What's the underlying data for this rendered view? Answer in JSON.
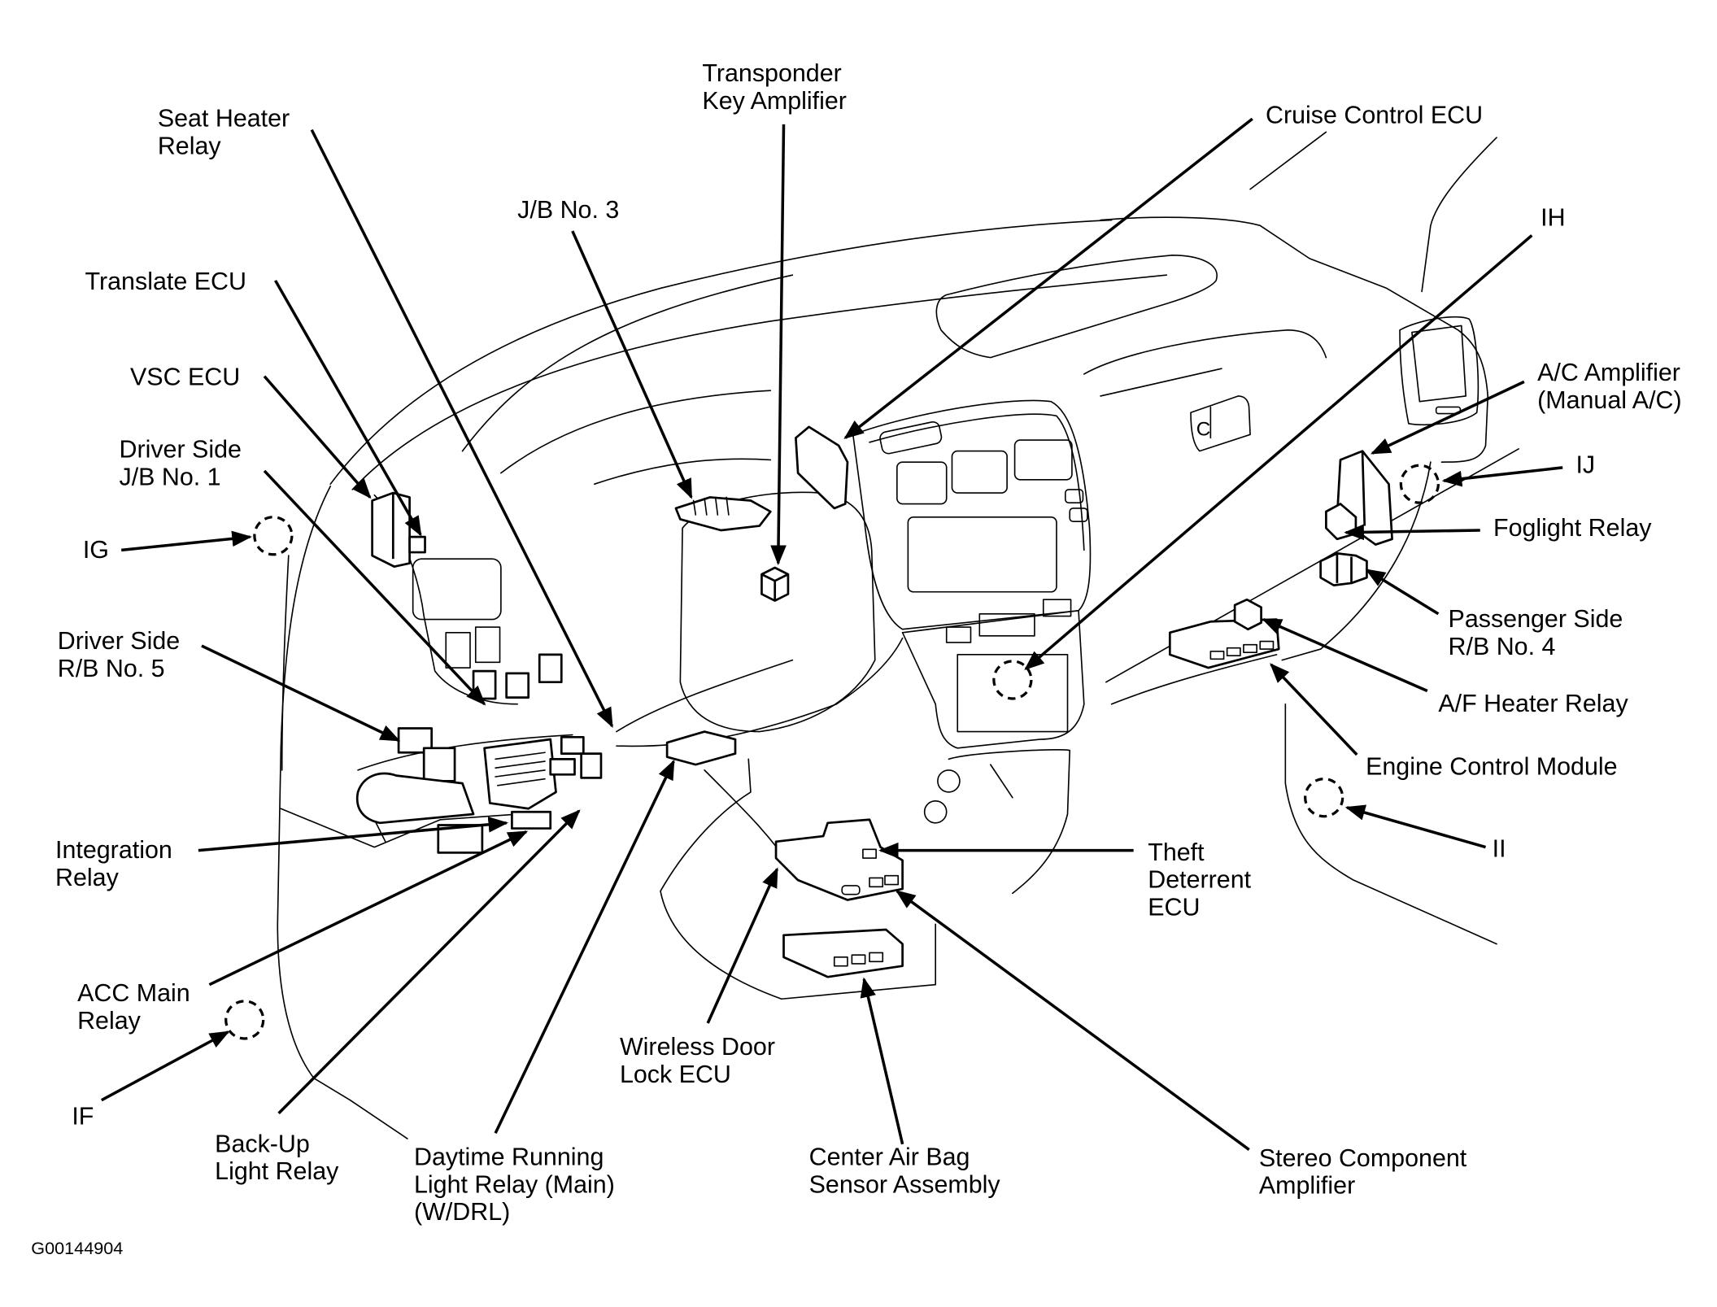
{
  "labels": {
    "transponder_key_amplifier": [
      "Transponder",
      "Key Amplifier"
    ],
    "seat_heater_relay": [
      "Seat Heater",
      "Relay"
    ],
    "jb_no3": [
      "J/B No. 3"
    ],
    "cruise_control_ecu": [
      "Cruise Control ECU"
    ],
    "ih": [
      "IH"
    ],
    "translate_ecu": [
      "Translate ECU"
    ],
    "vsc_ecu": [
      "VSC ECU"
    ],
    "driver_side_jb_no1": [
      "Driver Side",
      "J/B No. 1"
    ],
    "ac_amplifier": [
      "A/C Amplifier",
      "(Manual A/C)"
    ],
    "ij": [
      "IJ"
    ],
    "foglight_relay": [
      "Foglight Relay"
    ],
    "ig": [
      "IG"
    ],
    "passenger_side_rb_no4": [
      "Passenger Side",
      "R/B No. 4"
    ],
    "driver_side_rb_no5": [
      "Driver Side",
      "R/B No. 5"
    ],
    "af_heater_relay": [
      "A/F Heater Relay"
    ],
    "engine_control_module": [
      "Engine Control Module"
    ],
    "integration_relay": [
      "Integration",
      "Relay"
    ],
    "ii": [
      "II"
    ],
    "theft_deterrent_ecu": [
      "Theft",
      "Deterrent",
      "ECU"
    ],
    "acc_main_relay": [
      "ACC Main",
      "Relay"
    ],
    "wireless_door_lock_ecu": [
      "Wireless Door",
      "Lock ECU"
    ],
    "if": [
      "IF"
    ],
    "back_up_light_relay": [
      "Back-Up",
      "Light Relay"
    ],
    "daytime_running_light_relay": [
      "Daytime Running",
      "Light Relay (Main)",
      "(W/DRL)"
    ],
    "center_air_bag_sensor": [
      "Center Air Bag",
      "Sensor Assembly"
    ],
    "stereo_component_amplifier": [
      "Stereo Component",
      "Amplifier"
    ]
  },
  "glovebox_latch_letter": "C",
  "figure_code": "G00144904"
}
